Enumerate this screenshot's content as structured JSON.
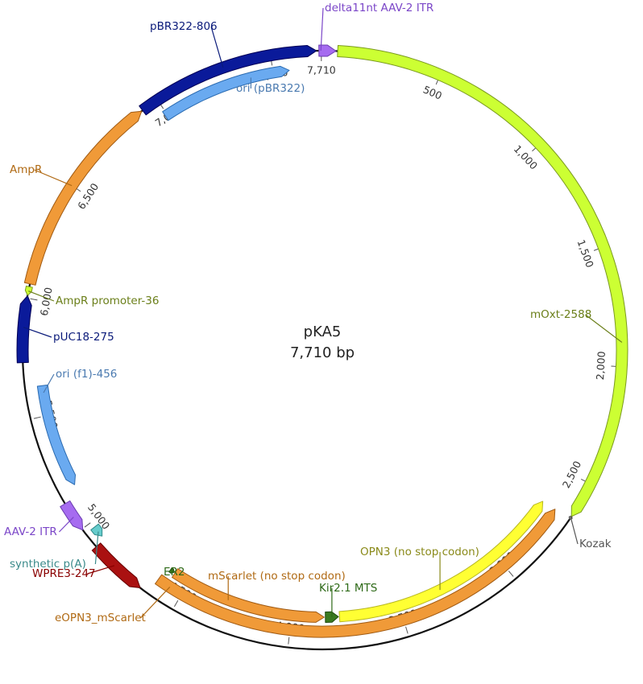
{
  "plasmid": {
    "name": "pKA5",
    "length_label": "7,710 bp",
    "length_bp": 7710
  },
  "ticks": [
    {
      "bp": 500,
      "label": "500"
    },
    {
      "bp": 1000,
      "label": "1,000"
    },
    {
      "bp": 1500,
      "label": "1,500"
    },
    {
      "bp": 2000,
      "label": "2,000"
    },
    {
      "bp": 2500,
      "label": "2,500"
    },
    {
      "bp": 3000,
      "label": "3,000"
    },
    {
      "bp": 3500,
      "label": "3,500"
    },
    {
      "bp": 4000,
      "label": "4,000"
    },
    {
      "bp": 4500,
      "label": "4,500"
    },
    {
      "bp": 5000,
      "label": "5,000"
    },
    {
      "bp": 5500,
      "label": "5,500"
    },
    {
      "bp": 6000,
      "label": "6,000"
    },
    {
      "bp": 6500,
      "label": "6,500"
    },
    {
      "bp": 7000,
      "label": "7,000"
    },
    {
      "bp": 7500,
      "label": "7,500"
    },
    {
      "bp": 7710,
      "label": "7,710"
    }
  ],
  "features": [
    {
      "id": "mOxt-2588",
      "label": "mOxt-2588",
      "start": 67,
      "end": 2655,
      "strand": 1,
      "color": "#ccff33",
      "stroke": "#7a9a1f",
      "text_color": "#6b7f1a"
    },
    {
      "id": "delta11nt-aav2-itr",
      "label": "delta11nt AAV-2 ITR",
      "start": 7700,
      "end": 60,
      "strand": 1,
      "color": "#a66cf0",
      "stroke": "#6a3bb0",
      "text_color": "#7b46c8"
    },
    {
      "id": "kozak",
      "label": "Kozak",
      "start": 2658,
      "end": 2668,
      "strand": 1,
      "color": "#999999",
      "stroke": "#555555",
      "text_color": "#555555"
    },
    {
      "id": "eopn3-mscarlet",
      "label": "eOPN3_mScarlet",
      "start": 2668,
      "end": 4620,
      "strand": -1,
      "color": "#f09a38",
      "stroke": "#a05a12",
      "text_color": "#b06a14"
    },
    {
      "id": "opn3",
      "label": "OPN3 (no stop codon)",
      "start": 2670,
      "end": 3780,
      "strand": -1,
      "color": "#ffff33",
      "stroke": "#b8b820",
      "text_color": "#8a8a1a"
    },
    {
      "id": "kir21-mts",
      "label": "Kir2.1 MTS",
      "start": 3785,
      "end": 3845,
      "strand": -1,
      "color": "#3a7a20",
      "stroke": "#1f4a10",
      "text_color": "#2e6a18"
    },
    {
      "id": "mscarlet",
      "label": "mScarlet (no stop codon)",
      "start": 3850,
      "end": 4575,
      "strand": -1,
      "color": "#f09a38",
      "stroke": "#a05a12",
      "text_color": "#b06a14"
    },
    {
      "id": "er2",
      "label": "ER2",
      "start": 4580,
      "end": 4600,
      "strand": -1,
      "color": "#3a7a20",
      "stroke": "#1f4a10",
      "text_color": "#2e6a18"
    },
    {
      "id": "wpre3-247",
      "label": "WPRE3-247",
      "start": 4660,
      "end": 4907,
      "strand": -1,
      "color": "#aa1111",
      "stroke": "#660000",
      "text_color": "#8a0000"
    },
    {
      "id": "synthetic-pa",
      "label": "synthetic p(A)",
      "start": 4925,
      "end": 4975,
      "strand": -1,
      "color": "#66cccc",
      "stroke": "#2e8a8a",
      "text_color": "#3a8a8a"
    },
    {
      "id": "aav2-itr",
      "label": "AAV-2 ITR",
      "start": 4995,
      "end": 5125,
      "strand": -1,
      "color": "#a66cf0",
      "stroke": "#6a3bb0",
      "text_color": "#7b46c8"
    },
    {
      "id": "ori-f1",
      "label": "ori (f1)-456",
      "start": 5175,
      "end": 5631,
      "strand": -1,
      "color": "#6aaaf0",
      "stroke": "#2a6ab0",
      "text_color": "#4a7ab0"
    },
    {
      "id": "puc18-275",
      "label": "pUC18-275",
      "start": 5735,
      "end": 6010,
      "strand": 1,
      "color": "#0a1a9a",
      "stroke": "#000055",
      "text_color": "#0a1a7a"
    },
    {
      "id": "ampr-promoter",
      "label": "AmpR promoter-36",
      "start": 6012,
      "end": 6048,
      "strand": -1,
      "color": "#ccff33",
      "stroke": "#7a9a1f",
      "text_color": "#6b7f1a"
    },
    {
      "id": "ampr",
      "label": "AmpR",
      "start": 6060,
      "end": 6920,
      "strand": 1,
      "color": "#f09a38",
      "stroke": "#a05a12",
      "text_color": "#b06a14"
    },
    {
      "id": "pbr322-806",
      "label": "pBR322-806",
      "start": 6925,
      "end": 7690,
      "strand": 1,
      "color": "#0a1a9a",
      "stroke": "#000055",
      "text_color": "#0a1a7a"
    },
    {
      "id": "ori-pbr322",
      "label": "ori (pBR322)",
      "start": 6990,
      "end": 7570,
      "strand": 1,
      "color": "#6aaaf0",
      "stroke": "#2a6ab0",
      "text_color": "#4a7ab0"
    }
  ]
}
